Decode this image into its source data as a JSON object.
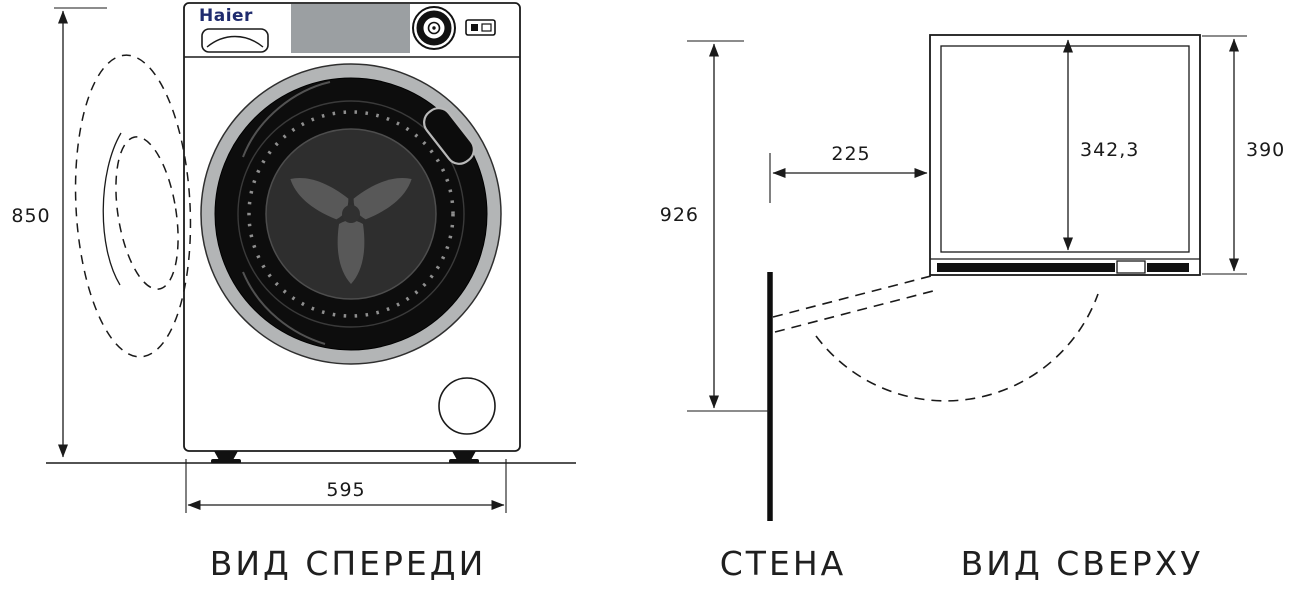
{
  "page": {
    "background": "#ffffff"
  },
  "front_view": {
    "label": "ВИД СПЕРЕДИ",
    "brand": "Haier",
    "height_mm": "850",
    "width_mm": "595"
  },
  "wall": {
    "label": "СТЕНА"
  },
  "top_view": {
    "label": "ВИД СВЕРХУ",
    "clearance_total_mm": "926",
    "wall_offset_mm": "225",
    "door_swing_mm": "342,3",
    "depth_mm": "390"
  },
  "colors": {
    "line": "#1a1a1a",
    "haier_blue": "#1f2b6e",
    "panel_gray": "#9b9fa2",
    "door_ring_gray": "#b3b5b6",
    "door_black": "#0d0d0d",
    "drum_gray": "#2e2e2e",
    "paddle_gray": "#585858"
  }
}
